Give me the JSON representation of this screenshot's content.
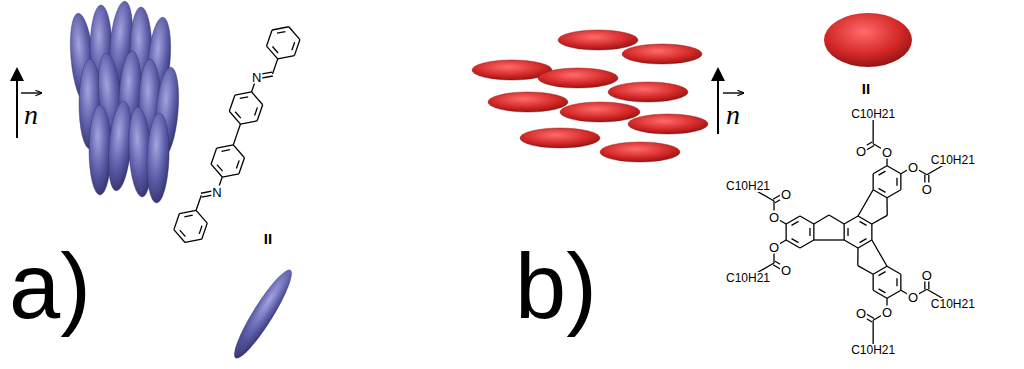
{
  "diagram": {
    "labels": [
      "a)",
      "n",
      "II",
      "N",
      "N",
      "b)",
      "n",
      "II",
      "O",
      "O",
      "C10H21",
      "O",
      "O",
      "C10H21",
      "O",
      "O",
      "C10H21",
      "O",
      "O",
      "C10H21",
      "O",
      "O",
      "C10H21",
      "O",
      "O",
      "C10H21"
    ]
  }
}
